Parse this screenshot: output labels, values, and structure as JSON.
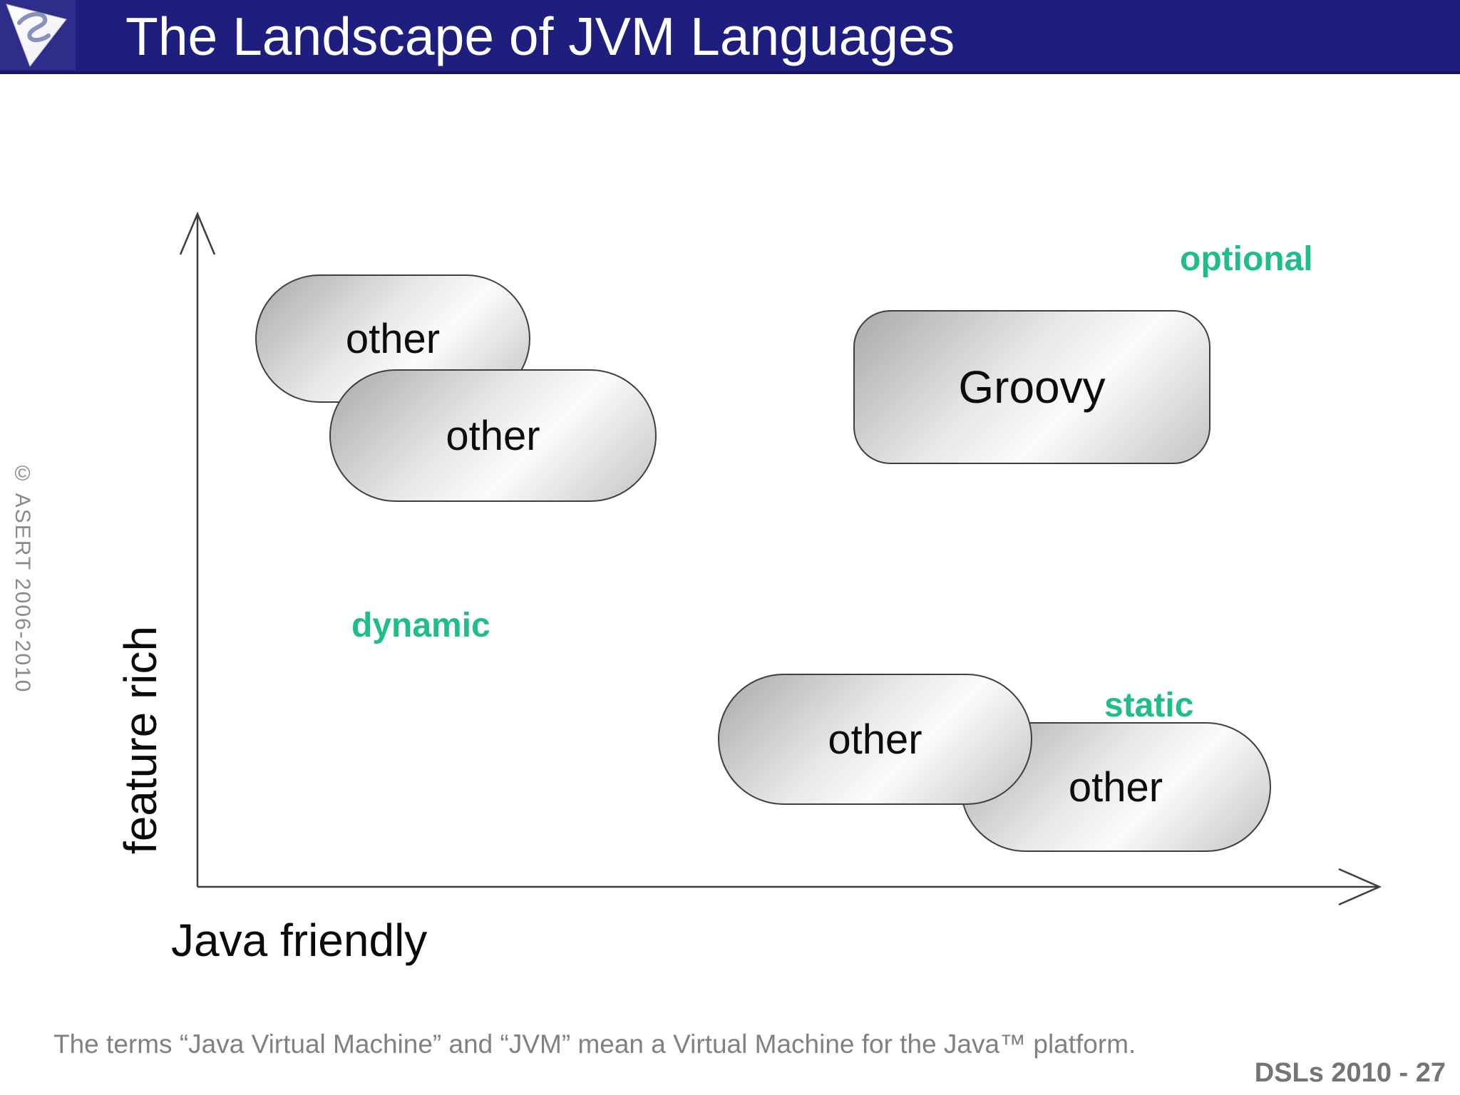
{
  "header": {
    "title": "The Landscape of JVM Languages",
    "logo_name": "asert-logo",
    "bar_color": "#1e1e7e"
  },
  "watermark": "© ASERT 2006-2010",
  "diagram": {
    "y_axis_label": "feature rich",
    "x_axis_label": "Java friendly",
    "accent_green": "#20bd8c",
    "zone_labels": [
      {
        "id": "optional",
        "text": "optional"
      },
      {
        "id": "dynamic",
        "text": "dynamic"
      },
      {
        "id": "static",
        "text": "static"
      }
    ],
    "nodes": [
      {
        "id": "other-top-left-1",
        "label": "other"
      },
      {
        "id": "other-top-left-2",
        "label": "other"
      },
      {
        "id": "groovy",
        "label": "Groovy"
      },
      {
        "id": "other-bottom-right-1",
        "label": "other"
      },
      {
        "id": "other-bottom-right-2",
        "label": "other"
      }
    ]
  },
  "footer": {
    "note": "The terms “Java Virtual Machine” and “JVM” mean a Virtual Machine for the Java™ platform.",
    "page": "DSLs 2010 - 27"
  }
}
